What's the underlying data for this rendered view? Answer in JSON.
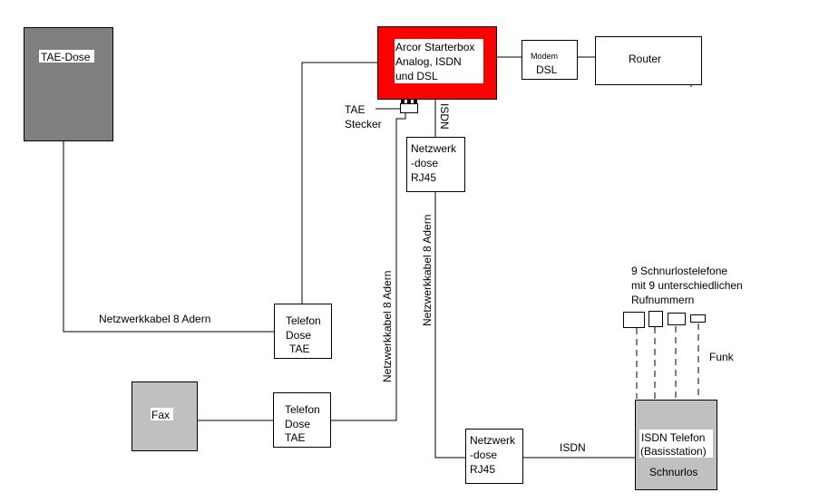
{
  "nodes": {
    "tae_dose": "TAE-Dose",
    "arcor": [
      "Arcor Starterbox",
      "Analog, ISDN",
      "und DSL"
    ],
    "modem": [
      "Modem",
      "DSL"
    ],
    "router": "Router",
    "tae_stecker": [
      "TAE",
      "Stecker"
    ],
    "netzwerkdose_top": [
      "Netzwerk",
      "-dose",
      "RJ45"
    ],
    "netzwerkdose_bottom": [
      "Netzwerk",
      "-dose",
      "RJ45"
    ],
    "telefon_dose_1": [
      "Telefon",
      "Dose",
      "TAE"
    ],
    "telefon_dose_2": [
      "Telefon",
      "Dose",
      "TAE"
    ],
    "fax": "Fax",
    "isdn_base": [
      "ISDN Telefon",
      "(Basisstation)",
      "Schnurlos"
    ],
    "phones_caption": [
      "9 Schnurlostelefone",
      "mit 9 unterschiedlichen",
      "Rufnummern"
    ]
  },
  "edges": {
    "cable_horizontal": "Netzwerkkabel 8 Adern",
    "cable_vertical_left": "Netzwerkkabel 8 Adern",
    "cable_vertical_right": "Netzwerkkabel 8 Adern",
    "isdn_vertical": "ISDN",
    "isdn_horizontal": "ISDN",
    "funk": "Funk"
  },
  "colors": {
    "arcor": "#ff0000",
    "tae_dose": "#808080",
    "fax": "#c0c0c0",
    "isdn_base": "#c0c0c0"
  }
}
